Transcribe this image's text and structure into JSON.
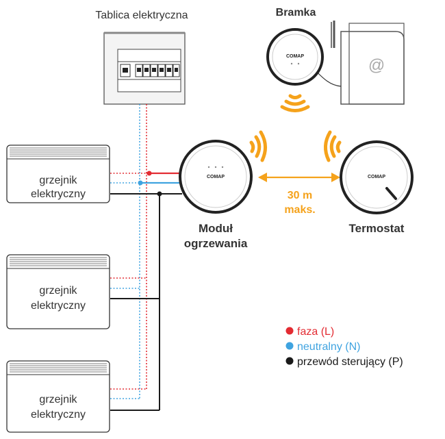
{
  "panel": {
    "title": "Tablica elektryczna"
  },
  "gateway": {
    "title": "Bramka",
    "brand": "COMAP",
    "router_symbol": "@"
  },
  "module": {
    "brand": "COMAP",
    "label_line1": "Moduł",
    "label_line2": "ogrzewania"
  },
  "thermostat": {
    "brand": "COMAP",
    "label": "Termostat"
  },
  "distance": {
    "line1": "30 m",
    "line2": "maks."
  },
  "heaters": [
    {
      "line1": "grzejnik",
      "line2": "elektryczny"
    },
    {
      "line1": "grzejnik",
      "line2": "elektryczny"
    },
    {
      "line1": "grzejnik",
      "line2": "elektryczny"
    }
  ],
  "legend": [
    {
      "label": "faza (L)",
      "color": "#e32b32"
    },
    {
      "label": "neutralny (N)",
      "color": "#3fa3e0"
    },
    {
      "label": "przewód sterujący (P)",
      "color": "#1a1a1a"
    }
  ],
  "colors": {
    "phase": "#e32b32",
    "neutral": "#3fa3e0",
    "pilot": "#1a1a1a",
    "signal": "#f5a21b"
  }
}
